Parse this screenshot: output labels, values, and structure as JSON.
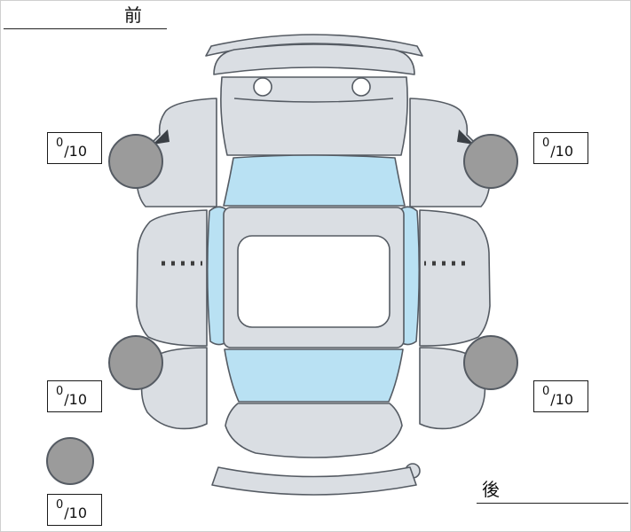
{
  "labels": {
    "front": "前",
    "rear": "後"
  },
  "tires": [
    {
      "id": "front-left",
      "score": "0",
      "scale": "/10"
    },
    {
      "id": "front-right",
      "score": "0",
      "scale": "/10"
    },
    {
      "id": "rear-left",
      "score": "0",
      "scale": "/10"
    },
    {
      "id": "rear-right",
      "score": "0",
      "scale": "/10"
    },
    {
      "id": "spare",
      "score": "0",
      "scale": "/10"
    }
  ],
  "colors": {
    "body": "#dadee3",
    "glass": "#b9e1f3",
    "tire": "#9b9b9b",
    "outline": "#555b63"
  }
}
